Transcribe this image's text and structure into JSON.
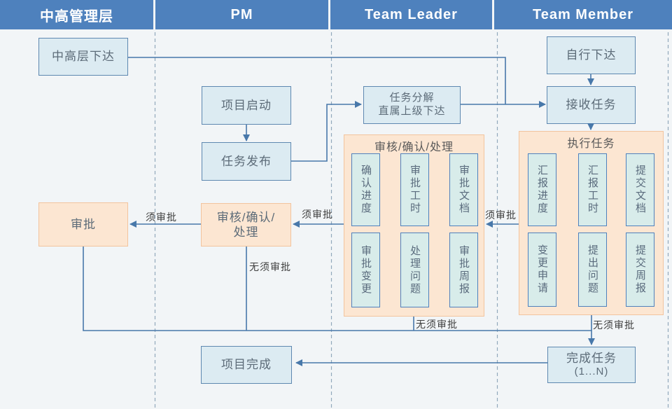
{
  "header": {
    "lanes": [
      {
        "label": "中高管理层"
      },
      {
        "label": "PM"
      },
      {
        "label": "Team Leader"
      },
      {
        "label": "Team Member"
      }
    ]
  },
  "nodes": {
    "mgmt_assign": {
      "label": "中高层下达"
    },
    "self_assign": {
      "label": "自行下达"
    },
    "project_start": {
      "label": "项目启动"
    },
    "task_decompose": {
      "label": "任务分解",
      "label2": "直属上级下达"
    },
    "receive_task": {
      "label": "接收任务"
    },
    "task_publish": {
      "label": "任务发布"
    },
    "approve": {
      "label": "审批"
    },
    "pm_review": {
      "label": "审核/确认/",
      "label2": "处理"
    },
    "project_complete": {
      "label": "项目完成"
    },
    "task_complete": {
      "label": "完成任务",
      "label2": "(1...N)"
    }
  },
  "groups": {
    "review": {
      "title": "审核/确认/处理",
      "items": [
        "确认进度",
        "审批工时",
        "审批文档",
        "审批变更",
        "处理问题",
        "审批周报"
      ]
    },
    "execute": {
      "title": "执行任务",
      "items": [
        "汇报进度",
        "汇报工时",
        "提交文档",
        "变更申请",
        "提出问题",
        "提交周报"
      ]
    }
  },
  "edge_labels": {
    "must_approve": "须审批",
    "no_approve": "无须审批"
  },
  "colors": {
    "header_bg": "#4e81bd",
    "blue_box_fill": "#dcebf2",
    "blue_box_border": "#5e88b0",
    "subtask_fill": "#d8ecea",
    "orange_fill": "#fce6d2",
    "orange_border": "#f2c49e",
    "connector": "#4878aa"
  }
}
